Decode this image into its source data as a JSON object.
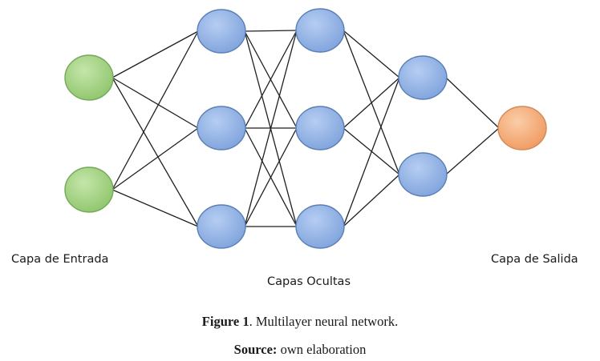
{
  "diagram": {
    "type": "neural-network",
    "layers": [
      {
        "id": "input",
        "nodes": 2,
        "color": "#9fd17e",
        "stroke": "#74a958"
      },
      {
        "id": "hidden-1",
        "nodes": 3,
        "color": "#94b4e6",
        "stroke": "#5a7fb4"
      },
      {
        "id": "hidden-2",
        "nodes": 3,
        "color": "#94b4e6",
        "stroke": "#5a7fb4"
      },
      {
        "id": "hidden-3",
        "nodes": 2,
        "color": "#94b4e6",
        "stroke": "#5a7fb4"
      },
      {
        "id": "output",
        "nodes": 1,
        "color": "#f6b07e",
        "stroke": "#cf8a5a"
      }
    ],
    "connections": "fully-connected"
  },
  "labels": {
    "input_layer": "Capa de Entrada",
    "hidden_layers": "Capas Ocultas",
    "output_layer": "Capa de Salida"
  },
  "caption": {
    "figure_prefix": "Figure 1",
    "figure_text": ". Multilayer neural network.",
    "source_prefix": "Source:",
    "source_text": " own elaboration"
  }
}
